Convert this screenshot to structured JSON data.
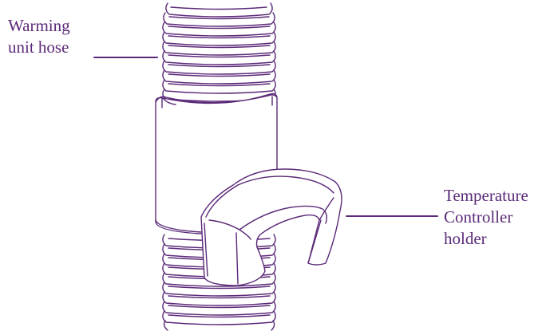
{
  "labels": {
    "hose": {
      "line1": "Warming",
      "line2": "unit hose"
    },
    "holder": {
      "line1": "Temperature",
      "line2": "Controller",
      "line3": "holder"
    }
  },
  "colors": {
    "outline": "#5b2a78",
    "label_text": "#5b2a78",
    "background": "#ffffff"
  },
  "parts": [
    "hose",
    "sleeve",
    "clip-holder"
  ]
}
